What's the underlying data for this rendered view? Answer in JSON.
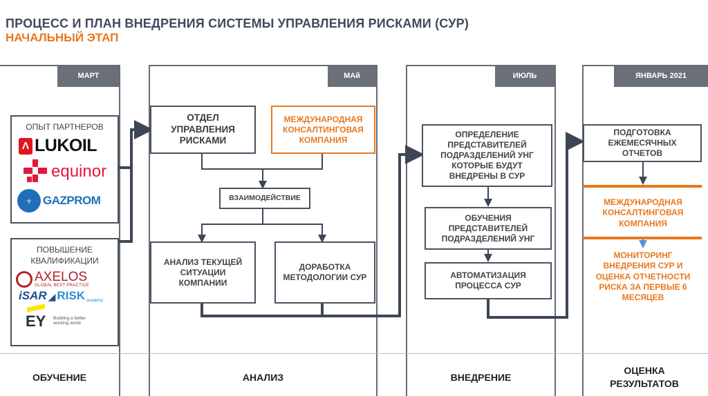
{
  "header": {
    "title": "ПРОЦЕСС И ПЛАН ВНЕДРЕНИЯ СИСТЕМЫ УПРАВЛЕНИЯ РИСКАМИ (СУР)",
    "subtitle": "НАЧАЛЬНЫЙ ЭТАП"
  },
  "columns": {
    "training": {
      "tag": "МАРТ",
      "partners_label": "ОПЫТ ПАРТНЕРОВ",
      "qualification_label": "ПОВЫШЕНИЕ КВАЛИФИКАЦИИ",
      "logos": {
        "lukoil": "LUKOIL",
        "equinor": "equinor",
        "gazprom": "GAZPROM",
        "axelos": "AXELOS",
        "axelos_sub": "GLOBAL BEST PRACTICE",
        "isar": "iSAR",
        "risk": "RISK",
        "risk_sub": "academy",
        "ey": "EY",
        "ey_tagline": "Building a better working world"
      },
      "phase": "ОБУЧЕНИЕ"
    },
    "analysis": {
      "tag": "МАй",
      "risk_dept": "ОТДЕЛ УПРАВЛЕНИЯ РИСКАМИ",
      "intl_consulting": "МЕЖДУНАРОДНАЯ КОНСАЛТИНГОВАЯ КОМПАНИЯ",
      "interaction": "ВЗАИМОДЕЙСТВИЕ",
      "current_analysis": "АНАЛИЗ ТЕКУЩЕЙ СИТУАЦИИ КОМПАНИИ",
      "methodology": "ДОРАБОТКА МЕТОДОЛОГИИ СУР",
      "phase": "АНАЛИЗ"
    },
    "implementation": {
      "tag": "ИЮЛЬ",
      "define_reps": "ОПРЕДЕЛЕНИЕ ПРЕДСТАВИТЕЛЕЙ ПОДРАЗДЕЛЕНИЙ УНГ КОТОРЫЕ БУДУТ ВНЕДРЕНЫ В СУР",
      "train_reps": "ОБУЧЕНИЯ ПРЕДСТАВИТЕЛЕЙ ПОДРАЗДЕЛЕНИЙ УНГ",
      "automation": "АВТОМАТИЗАЦИЯ ПРОЦЕССА СУР",
      "phase": "ВНЕДРЕНИЕ"
    },
    "evaluation": {
      "tag": "ЯНВАРЬ 2021",
      "monthly_reports": "ПОДГОТОВКА ЕЖЕМЕСЯЧНЫХ ОТЧЕТОВ",
      "intl_consulting": "МЕЖДУНАРОДНАЯ КОНСАЛТИНГОВАЯ КОМПАНИЯ",
      "monitoring": "МОНИТОРИНГ ВНЕДРЕНИЯ СУР И ОЦЕНКА ОТЧЕТНОСТИ РИСКА ЗА ПЕРВЫЕ 6 МЕСЯЦЕВ",
      "phase": "ОЦЕНКА РЕЗУЛЬТАТОВ"
    }
  },
  "colors": {
    "accent": "#e8781e",
    "title": "#3f4a5c",
    "border": "#4a5260",
    "tag_bg": "#6b7078",
    "connector": "#3d4654"
  }
}
